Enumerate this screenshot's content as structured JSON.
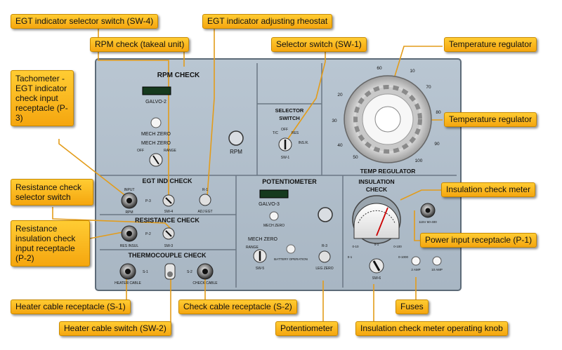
{
  "callouts": {
    "sw4": "EGT indicator selector switch (SW-4)",
    "rheostat": "EGT indicator adjusting rheostat",
    "rpm_takeal": "RPM check (takeal unit)",
    "selector_sw1": "Selector switch (SW-1)",
    "temp_reg_top": "Temperature regulator",
    "tach_p3": "Tachometer -EGT indicator check input receptacle (P-3)",
    "temp_reg_mid": "Temperature regulator",
    "resist_selector": "Resistance check selector switch",
    "insul_meter": "Insulation check meter",
    "resist_p2": "Resistance insulation check input receptacle (P-2)",
    "power_p1": "Power input receptacle (P-1)",
    "heater_s1": "Heater cable receptacle (S-1)",
    "check_s2": "Check cable receptacle (S-2)",
    "fuses": "Fuses",
    "heater_sw2": "Heater cable switch (SW-2)",
    "potentiometer": "Potentiometer",
    "insul_knob": "Insulation check meter operating knob"
  },
  "panel": {
    "rpm_check": "RPM CHECK",
    "galvo2": "GALVO-2",
    "mech_zero_1": "MECH ZERO",
    "mech_zero_2": "MECH ZERO",
    "off": "OFF",
    "range": "RANGE",
    "rpm": "RPM",
    "selector_switch": "SELECTOR SWITCH",
    "sel_pos": [
      "T/C",
      "OFF",
      "RES",
      "INS.R."
    ],
    "sw1": "SW-1",
    "temp_regulator": "TEMP REGULATOR",
    "dial_ticks": [
      "10",
      "20",
      "30",
      "40",
      "50",
      "60",
      "70",
      "80",
      "90",
      "100"
    ],
    "egt_ind_check": "EGT IND CHECK",
    "input": "INPUT",
    "rpm_small": "RPM",
    "p3": "P-3",
    "sw4": "SW-4",
    "r1": "R-1",
    "adj_egt": "ADJ EGT",
    "resistance_check": "RESISTANCE CHECK",
    "p2": "P-2",
    "res_insul": "RES INSUL",
    "sw3": "SW-3",
    "thermocouple_check": "THERMOCOUPLE CHECK",
    "s1": "S-1",
    "heater_cable": "HEATER CABLE",
    "s2": "S-2",
    "check_cable": "CHECK CABLE",
    "potentiometer": "POTENTIOMETER",
    "galvo3": "GALVO-3",
    "mech_zero_3": "MECH ZERO",
    "mech_zero_4": "MECH ZERO",
    "battery_operation": "BATTERY OPERATION",
    "sw5": "SW-5",
    "r3": "R-3",
    "leg_zero": "LEG ZERO",
    "insulation_check": "INSULATION CHECK",
    "knob_positions": [
      "0-10",
      "0-100",
      "0-1",
      "0-1000",
      "0-1"
    ],
    "sw6": "SW-6",
    "p1_label": "115V 60-400",
    "amp_2": "2 AMP",
    "amp_10": "10 AMP"
  }
}
